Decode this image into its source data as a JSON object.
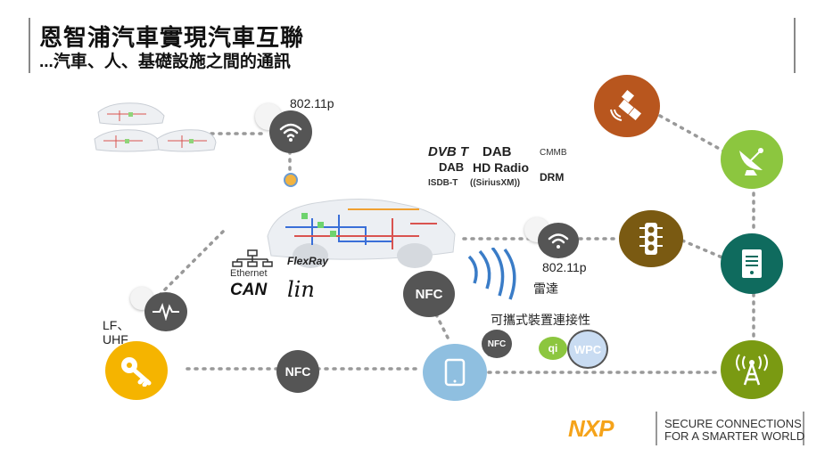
{
  "header": {
    "title": "恩智浦汽車實現汽車互聯",
    "subtitle": "...汽車、人、基礎設施之間的通訊"
  },
  "labels": {
    "wifi_top": "802.11p",
    "wifi_mid": "802.11p",
    "radar": "雷達",
    "portable": "可攜式裝置連接性",
    "lf": "LF、",
    "uhf": "UHF",
    "nfc": "NFC",
    "qi": "qi",
    "wpc": "WPC"
  },
  "buses": {
    "ethernet": "Ethernet",
    "flexray": "FlexRay",
    "can": "CAN",
    "lin": "lin"
  },
  "broadcast": {
    "dvbt": "DVB T",
    "dab": "DAB",
    "cmmb": "CMMB",
    "dab2": "DAB",
    "hdradio": "HD Radio",
    "drm": "DRM",
    "isdbt": "ISDB-T",
    "sirius": "((SiriusXM))"
  },
  "footer": {
    "logo": "NXP",
    "tagline1": "SECURE CONNECTIONS",
    "tagline2": "FOR A SMARTER WORLD"
  },
  "colors": {
    "satellite": "#b8561e",
    "dish": "#8cc63f",
    "traffic": "#7a5a12",
    "server": "#0f6b5e",
    "tower": "#7a9a12",
    "key": "#f5b400",
    "phone": "#8fbfe0",
    "dark": "#555555",
    "nxp_orange": "#f5a31a",
    "nxp_green": "#8cc63f"
  },
  "icons": [
    "satellite-icon",
    "dish-icon",
    "traffic-light-icon",
    "server-icon",
    "tower-icon",
    "key-icon",
    "phone-icon",
    "wifi-icon",
    "nfc-icon",
    "waveform-icon",
    "radar-icon"
  ]
}
